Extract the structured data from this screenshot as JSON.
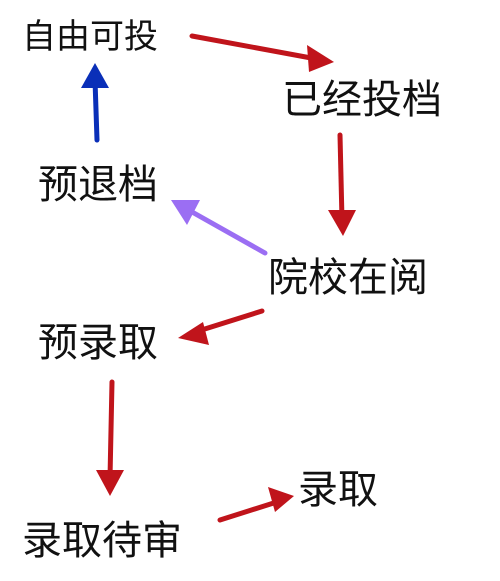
{
  "nodes": {
    "free_fill": "自由可投",
    "filed": "已经投档",
    "pre_withdraw": "预退档",
    "school_review": "院校在阅",
    "pre_admit": "预录取",
    "admitted": "录取",
    "admit_pending": "录取待审"
  },
  "edges": [
    {
      "from": "free_fill",
      "to": "filed",
      "color": "#c0141b"
    },
    {
      "from": "filed",
      "to": "school_review",
      "color": "#c0141b"
    },
    {
      "from": "school_review",
      "to": "pre_withdraw",
      "color": "#9b6ef3"
    },
    {
      "from": "pre_withdraw",
      "to": "free_fill",
      "color": "#0a2fb8"
    },
    {
      "from": "school_review",
      "to": "pre_admit",
      "color": "#c0141b"
    },
    {
      "from": "pre_admit",
      "to": "admit_pending",
      "color": "#c0141b"
    },
    {
      "from": "admit_pending",
      "to": "admitted",
      "color": "#c0141b"
    }
  ],
  "colors": {
    "red_arrow": "#c0141b",
    "purple_arrow": "#9b6ef3",
    "blue_arrow": "#0a2fb8"
  }
}
